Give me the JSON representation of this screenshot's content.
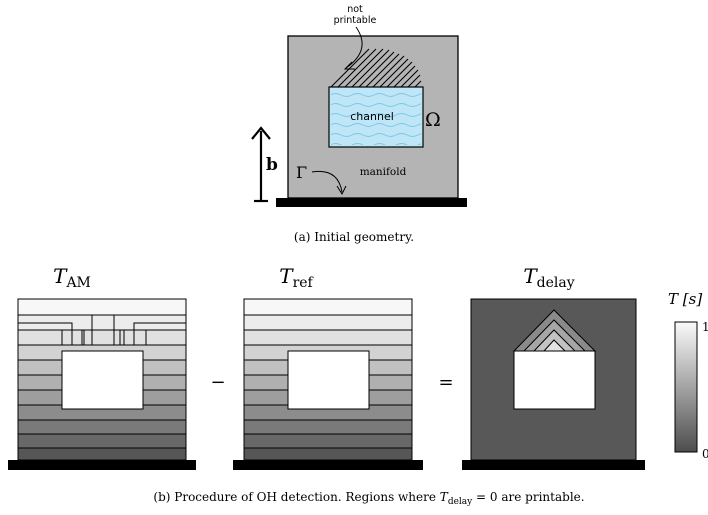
{
  "part_a": {
    "not_printable_line1": "not",
    "not_printable_line2": "printable",
    "channel_label": "channel",
    "omega_label": "Ω",
    "manifold_label": "manifold",
    "gamma_label": "Γ",
    "build_dir_label": "b",
    "caption": "(a) Initial geometry."
  },
  "part_b": {
    "t_am_base": "T",
    "t_am_sub": "AM",
    "t_ref_base": "T",
    "t_ref_sub": "ref",
    "t_delay_base": "T",
    "t_delay_sub": "delay",
    "minus_sign": "−",
    "equals_sign": "=",
    "colorbar_title": "T [s]",
    "colorbar_max": "1",
    "colorbar_min": "0",
    "caption_part1": "(b) Procedure of OH detection. Regions where ",
    "caption_T": "T",
    "caption_sub": "delay",
    "caption_part2": " = 0 are printable."
  },
  "colors": {
    "domain_gray": "#b4b4b4",
    "channel_blue": "#bfe6f7",
    "plate_black": "#000000",
    "delay_dark": "#585858"
  }
}
